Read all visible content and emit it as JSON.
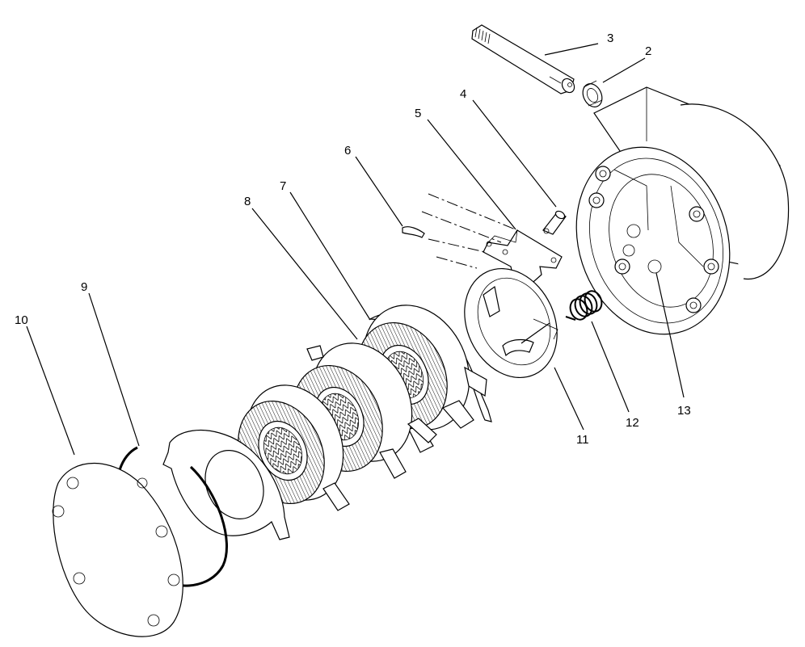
{
  "callouts": {
    "c1": "2",
    "c2": "3",
    "c3": "4",
    "c4": "5",
    "c5": "6",
    "c6": "7",
    "c7": "8",
    "c8": "9",
    "c9": "10",
    "c10": "11",
    "c11": "12",
    "c12": "13"
  }
}
